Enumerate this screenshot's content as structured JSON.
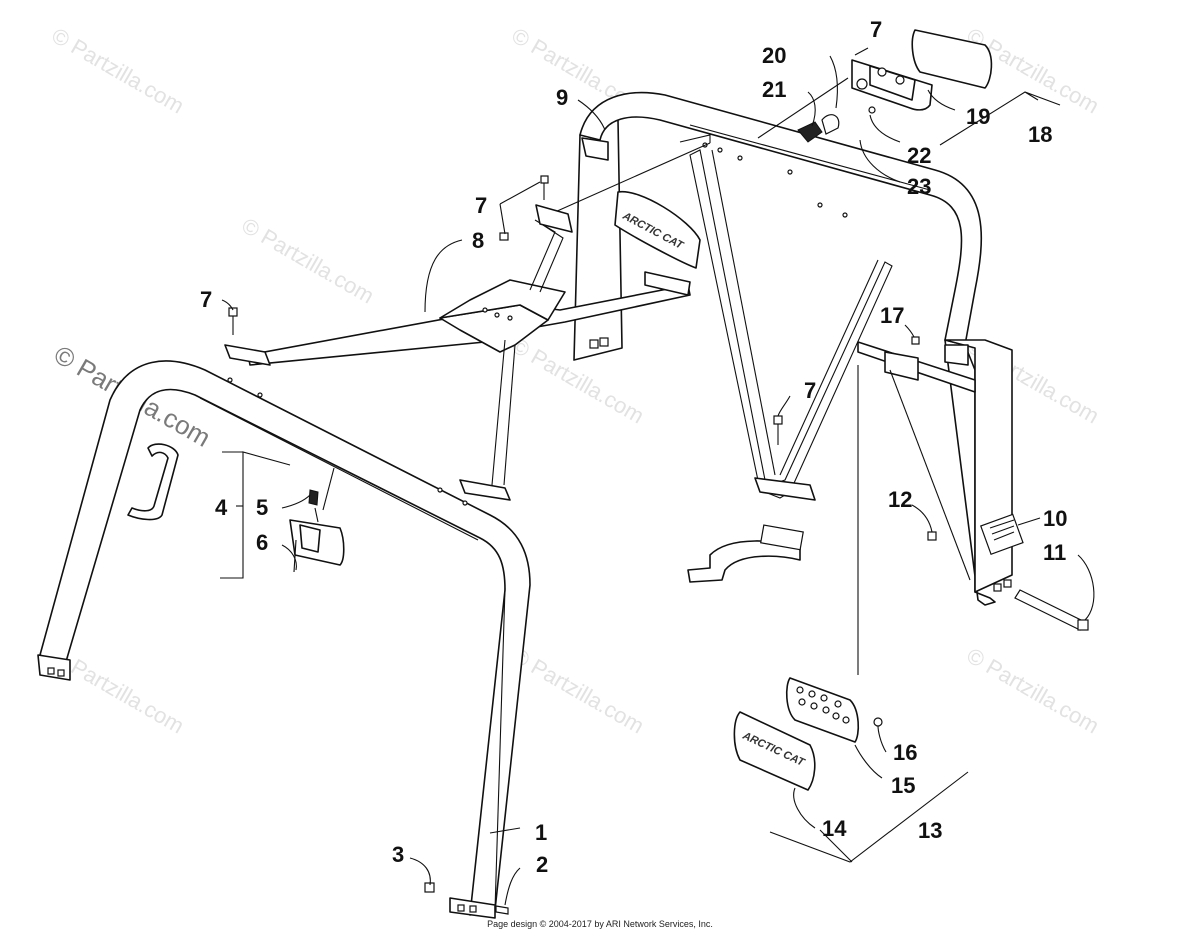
{
  "watermarks": [
    "© Partzilla.com",
    "© Partzilla.com",
    "© Partzilla.com",
    "© Partzilla.com",
    "© Partzilla.com",
    "© Partzilla.com",
    "© Partzilla.com",
    "© Partzilla.com",
    "© Partzilla.com"
  ],
  "watermark_prominent": "© Partzilla.com",
  "brand_text": "ARCTIC CAT",
  "callouts": {
    "n1": "1",
    "n2": "2",
    "n3": "3",
    "n4": "4",
    "n5": "5",
    "n6": "6",
    "n7a": "7",
    "n7b": "7",
    "n7c": "7",
    "n7d": "7",
    "n8": "8",
    "n9": "9",
    "n10": "10",
    "n11": "11",
    "n12": "12",
    "n13": "13",
    "n14": "14",
    "n15": "15",
    "n16": "16",
    "n17": "17",
    "n18": "18",
    "n19": "19",
    "n20": "20",
    "n21": "21",
    "n22": "22",
    "n23": "23"
  },
  "footer": "Page design © 2004-2017 by ARI Network Services, Inc."
}
